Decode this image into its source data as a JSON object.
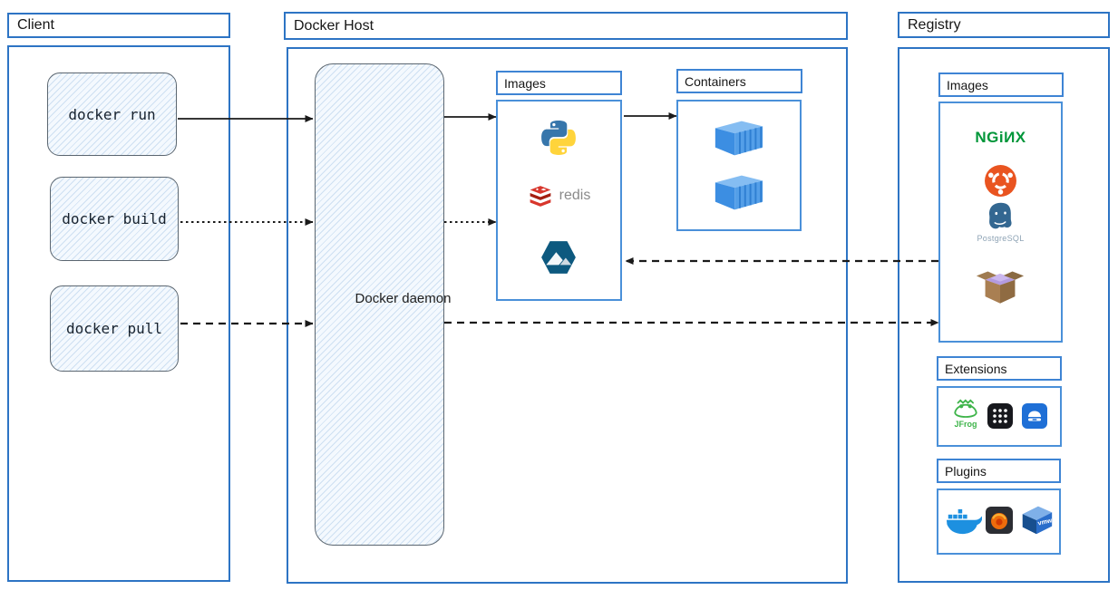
{
  "client": {
    "title": "Client",
    "commands": {
      "run": "docker run",
      "build": "docker build",
      "pull": "docker pull"
    }
  },
  "docker_host": {
    "title": "Docker Host",
    "daemon_label": "Docker daemon",
    "images_panel": {
      "title": "Images",
      "redis_label": "redis"
    },
    "containers_panel": {
      "title": "Containers"
    }
  },
  "registry": {
    "title": "Registry",
    "images_panel": {
      "title": "Images",
      "nginx_text": "NGiИX",
      "postgresql_text": "PostgreSQL"
    },
    "extensions_panel": {
      "title": "Extensions",
      "jfrog_text": "JFrog"
    },
    "plugins_panel": {
      "title": "Plugins",
      "vmware_text": "vmw"
    }
  },
  "colors": {
    "frame_blue": "#2d74c4",
    "panel_blue": "#4a90d9",
    "arrow_black": "#1a1a1a",
    "sketch_fill": "#f4f9fe",
    "nginx_green": "#009639",
    "ubuntu_orange": "#e95420",
    "redis_red": "#d8362c",
    "alpine_navy": "#0d597f",
    "postgres_blue": "#336791",
    "docker_blue": "#1d90e0",
    "jfrog_green": "#3eb44a"
  },
  "icons": {
    "python": "python-logo",
    "redis": "redis-stack-logo",
    "alpine": "alpine-linux-hexagon",
    "container": "shipping-container-3d",
    "nginx": "nginx-wordmark",
    "ubuntu": "ubuntu-circle-of-friends",
    "postgresql": "postgresql-elephant",
    "busybox": "open-cardboard-box",
    "jfrog": "jfrog-frog",
    "app_grid": "black-grid-app-tile",
    "drawer": "blue-drawer-app-tile",
    "docker_whale": "docker-whale",
    "grafana": "grafana-flame-tile",
    "vmware": "vmware-3d-box"
  }
}
